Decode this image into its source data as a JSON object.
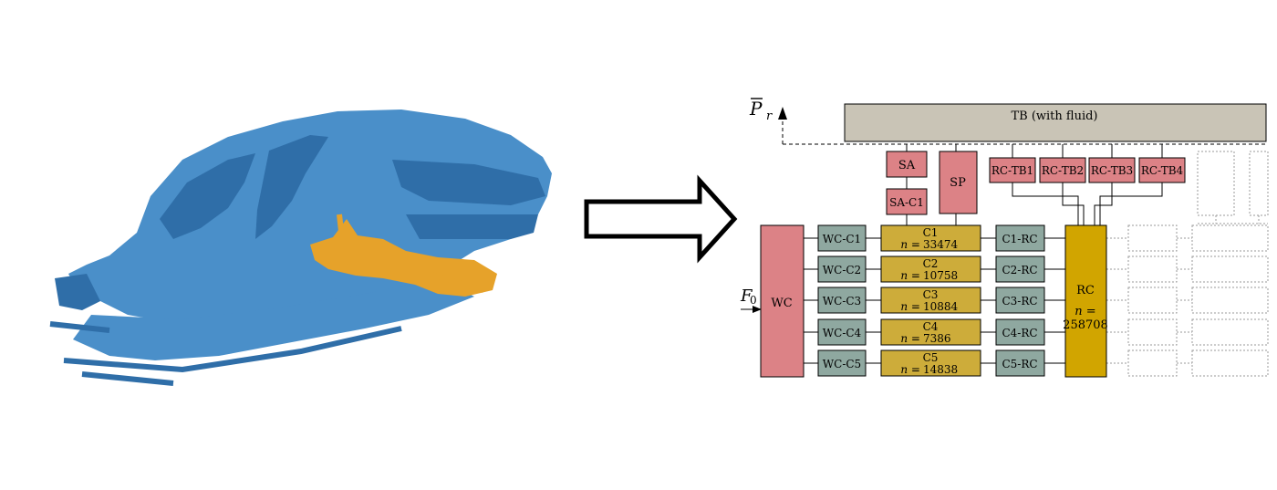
{
  "colors": {
    "car_body": "#4a8fc9",
    "car_body_dark": "#2f6ea8",
    "car_suspension": "#e6a22a",
    "tb_box": "#c9c4b6",
    "pink_box": "#dc8286",
    "teal_box": "#8fa8a0",
    "gold_box": "#cdac3a",
    "rc_box": "#d1a500",
    "ghost": "#9a9a9a"
  },
  "illustration": {
    "car_icon": "car-body-mesh-icon",
    "arrow_icon": "right-arrow-icon"
  },
  "diagram": {
    "top_bar": {
      "label": "TB (with fluid)"
    },
    "output": {
      "symbol": "P",
      "subscript": "r"
    },
    "input": {
      "symbol": "F",
      "subscript": "0"
    },
    "upper_nodes": [
      {
        "id": "sa",
        "label": "SA"
      },
      {
        "id": "sa-c1",
        "label": "SA-C1"
      },
      {
        "id": "sp",
        "label": "SP"
      }
    ],
    "rc_tb_nodes": [
      {
        "id": "rc-tb1",
        "label": "RC-TB1"
      },
      {
        "id": "rc-tb2",
        "label": "RC-TB2"
      },
      {
        "id": "rc-tb3",
        "label": "RC-TB3"
      },
      {
        "id": "rc-tb4",
        "label": "RC-TB4"
      }
    ],
    "wc": {
      "label": "WC"
    },
    "rc": {
      "label": "RC",
      "n_label": "n =",
      "n_value": "258708"
    },
    "rows": [
      {
        "wc_c": "WC-C1",
        "c": "C1",
        "n_label": "n =",
        "n_value": "33474",
        "c_rc": "C1-RC"
      },
      {
        "wc_c": "WC-C2",
        "c": "C2",
        "n_label": "n =",
        "n_value": "10758",
        "c_rc": "C2-RC"
      },
      {
        "wc_c": "WC-C3",
        "c": "C3",
        "n_label": "n =",
        "n_value": "10884",
        "c_rc": "C3-RC"
      },
      {
        "wc_c": "WC-C4",
        "c": "C4",
        "n_label": "n =",
        "n_value": "7386",
        "c_rc": "C4-RC"
      },
      {
        "wc_c": "WC-C5",
        "c": "C5",
        "n_label": "n =",
        "n_value": "14838",
        "c_rc": "C5-RC"
      }
    ]
  }
}
